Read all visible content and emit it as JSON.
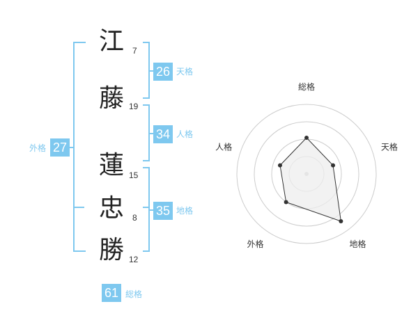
{
  "name": {
    "chars": [
      {
        "char": "江",
        "strokes": "7"
      },
      {
        "char": "藤",
        "strokes": "19"
      },
      {
        "char": "蓮",
        "strokes": "15"
      },
      {
        "char": "忠",
        "strokes": "8"
      },
      {
        "char": "勝",
        "strokes": "12"
      }
    ]
  },
  "scores": {
    "tenkaku": {
      "value": "26",
      "label": "天格"
    },
    "jinkaku": {
      "value": "34",
      "label": "人格"
    },
    "chikaku": {
      "value": "35",
      "label": "地格"
    },
    "gaikaku": {
      "value": "27",
      "label": "外格"
    },
    "soukaku": {
      "value": "61",
      "label": "総格"
    }
  },
  "colors": {
    "accent": "#7ec8ef",
    "polygon_fill": "#eeeeee",
    "polygon_stroke": "#333333",
    "grid": "#cccccc"
  },
  "chart_data": {
    "type": "radar",
    "axes": [
      "総格",
      "天格",
      "地格",
      "外格",
      "人格"
    ],
    "values": [
      2.6,
      2,
      4.2,
      2.5,
      2
    ],
    "rmax": 5,
    "rings": 4
  }
}
